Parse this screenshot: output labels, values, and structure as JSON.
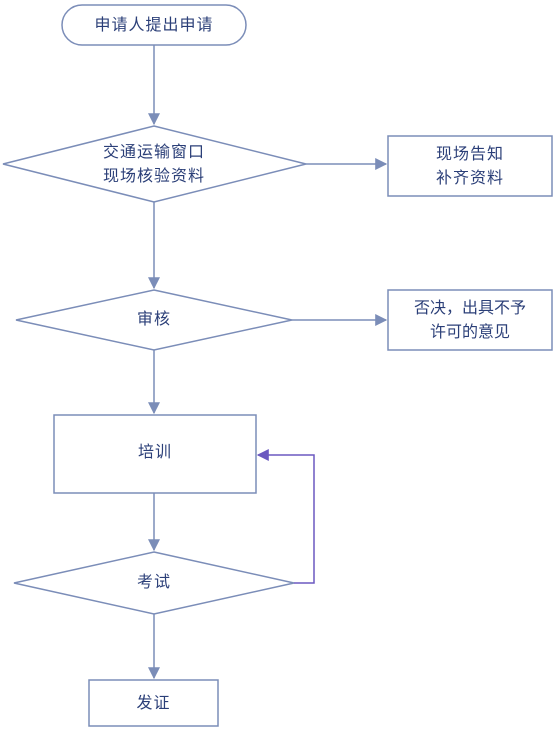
{
  "colors": {
    "stroke": "#7b8db8",
    "text": "#2b3f78",
    "loop_line": "#6b59c0",
    "background": "#ffffff"
  },
  "nodes": {
    "start": {
      "text": "申请人提出申请"
    },
    "verify": {
      "line1": "交通运输窗口",
      "line2": "现场核验资料"
    },
    "notify": {
      "line1": "现场告知",
      "line2": "补齐资料"
    },
    "review": {
      "text": "审核"
    },
    "reject": {
      "line1": "否决，出具不予",
      "line2": "许可的意见"
    },
    "training": {
      "text": "培训"
    },
    "exam": {
      "text": "考试"
    },
    "certificate": {
      "text": "发证"
    }
  }
}
